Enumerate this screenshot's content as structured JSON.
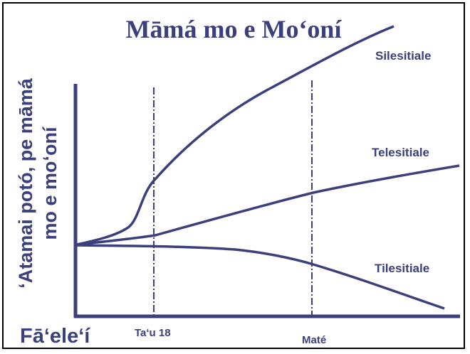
{
  "diagram": {
    "title": "Māmá mo e Moʻoní",
    "y_axis_label_line1": "ʻAtamai potó, pe māmá",
    "y_axis_label_line2": "mo e moʻoní",
    "x_axis_label": "Fāʻeleʻí",
    "markers": {
      "age18": "Taʻu 18",
      "death": "Maté"
    },
    "curves": {
      "upper": "Silesitiale",
      "middle": "Telesitiale",
      "lower": "Tilesitiale"
    },
    "color": "#3b3f7c"
  }
}
